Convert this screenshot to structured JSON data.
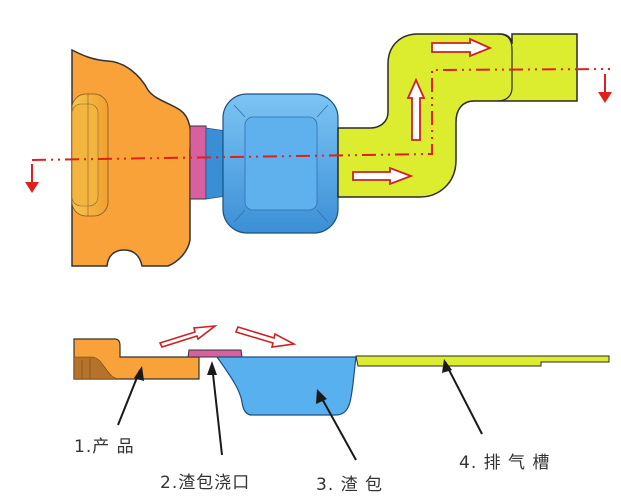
{
  "colors": {
    "product": "#f9a23a",
    "product_dark": "#c8731c",
    "gate": "#d8609e",
    "slag_pocket": "#58b0ee",
    "slag_pocket_dark": "#3a8fd4",
    "vent": "#dcec2e",
    "outline": "#333333",
    "section_line": "#e0201c",
    "flow_arrow": "#cc2222"
  },
  "labels": {
    "product": "1.产 品",
    "gate": "2.渣包浇口",
    "slag_pocket": "3. 渣 包",
    "vent": "4. 排 气 槽"
  }
}
